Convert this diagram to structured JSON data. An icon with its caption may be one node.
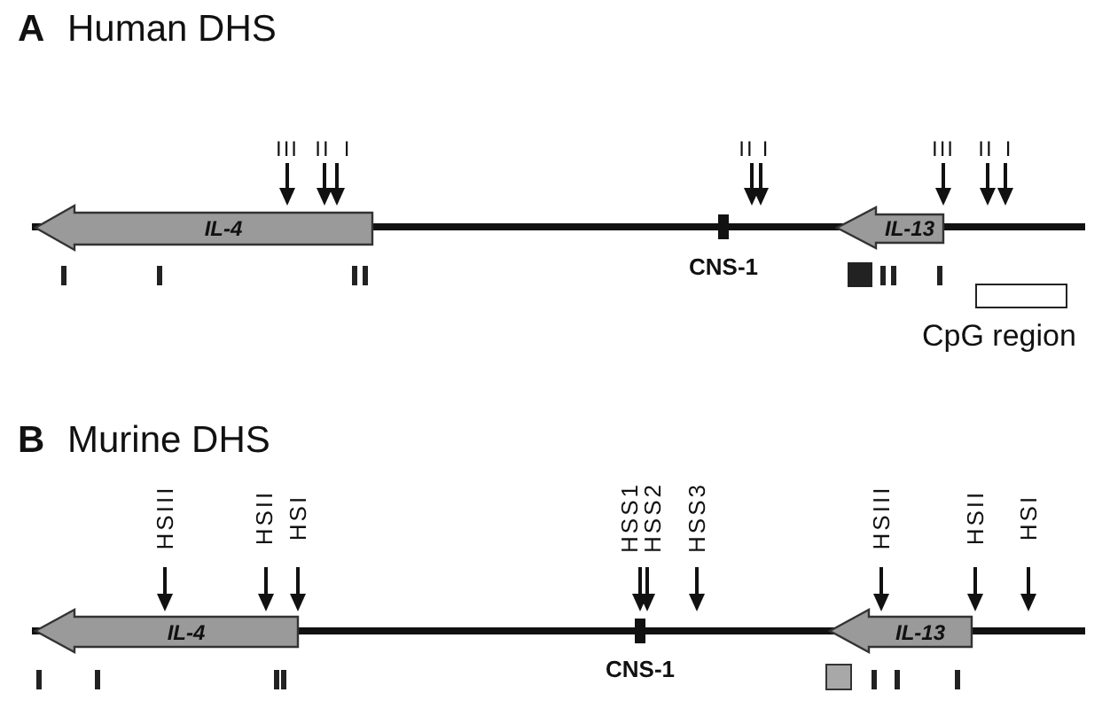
{
  "diagram": {
    "nodes": [
      {
        "text": [
          "IL-4"
        ]
      },
      {
        "text": [
          "IL-13"
        ]
      },
      {
        "text": [
          "CpG region"
        ]
      },
      {
        "text": [
          "IL-4"
        ]
      },
      {
        "text": [
          "IL-13"
        ]
      }
    ],
    "edges": [],
    "labels": [
      "A",
      "Human DHS",
      "III",
      "II",
      "I",
      "II",
      "I",
      "III",
      "II",
      "I",
      "CNS-1",
      "B",
      "Murine DHS",
      "HSIII",
      "HSII",
      "HSI",
      "HSS1",
      "HSS2",
      "HSS3",
      "CNS-1",
      "HSIII",
      "HSII",
      "HSI"
    ]
  }
}
